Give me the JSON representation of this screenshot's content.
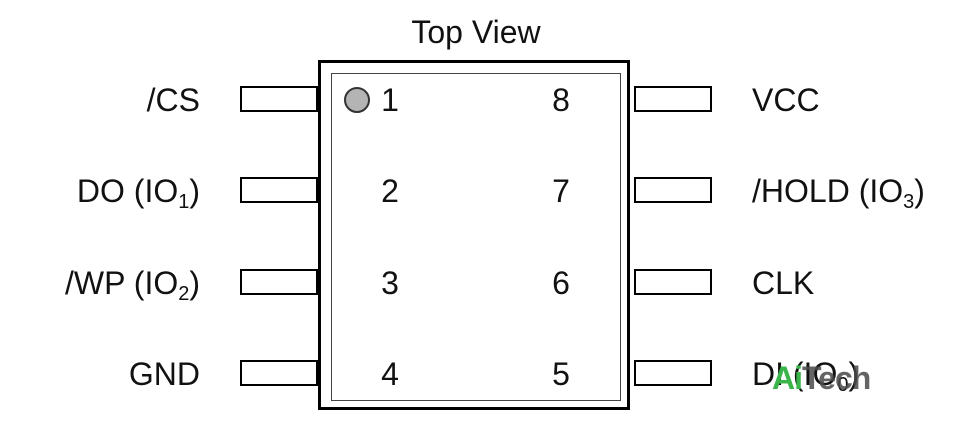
{
  "title": "Top View",
  "left_pins": [
    {
      "number": "1",
      "label": "/CS",
      "sub": ""
    },
    {
      "number": "2",
      "label": "DO (IO",
      "sub": "1",
      "tail": ")"
    },
    {
      "number": "3",
      "label": "/WP (IO",
      "sub": "2",
      "tail": ")"
    },
    {
      "number": "4",
      "label": "GND",
      "sub": ""
    }
  ],
  "right_pins": [
    {
      "number": "8",
      "label": "VCC",
      "sub": ""
    },
    {
      "number": "7",
      "label": "/HOLD (IO",
      "sub": "3",
      "tail": ")"
    },
    {
      "number": "6",
      "label": "CLK",
      "sub": ""
    },
    {
      "number": "5",
      "label": "DI (IO",
      "sub": "0",
      "tail": ")"
    }
  ],
  "watermark": {
    "part1": "Ai",
    "part2": "Tech"
  }
}
